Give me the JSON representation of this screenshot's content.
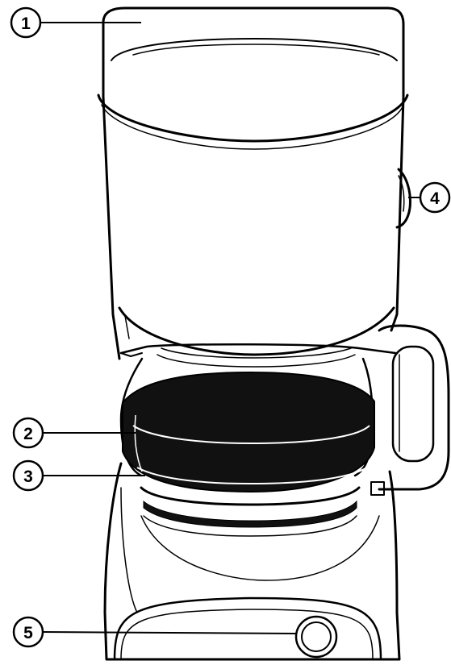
{
  "callouts": [
    {
      "number": "1",
      "part": "water-reservoir-lid"
    },
    {
      "number": "2",
      "part": "glass-carafe"
    },
    {
      "number": "3",
      "part": "warming-plate"
    },
    {
      "number": "4",
      "part": "water-level-window"
    },
    {
      "number": "5",
      "part": "power-switch"
    }
  ],
  "colors": {
    "line": "#000000",
    "background": "#ffffff",
    "coffee": "#111111"
  }
}
